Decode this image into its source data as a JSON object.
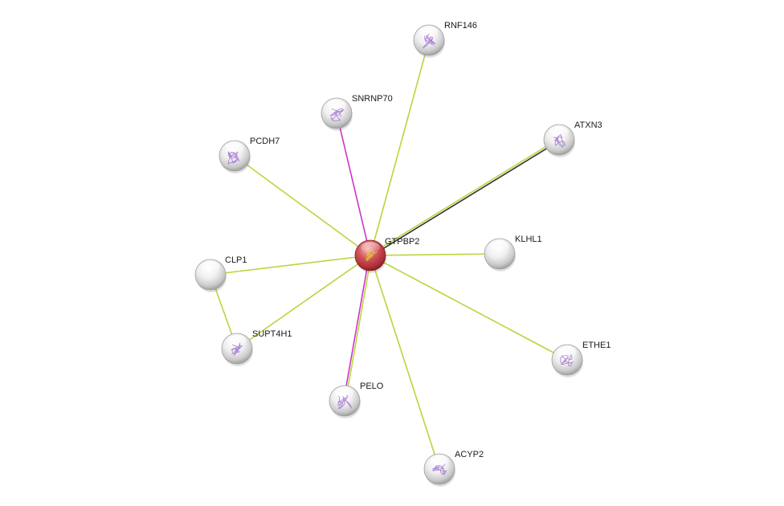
{
  "network": {
    "center": "GTPBP2",
    "nodes": [
      {
        "id": "GTPBP2",
        "label": "GTPBP2",
        "query": true,
        "structure": true
      },
      {
        "id": "RNF146",
        "label": "RNF146",
        "query": false,
        "structure": true
      },
      {
        "id": "SNRNP70",
        "label": "SNRNP70",
        "query": false,
        "structure": true
      },
      {
        "id": "ATXN3",
        "label": "ATXN3",
        "query": false,
        "structure": true
      },
      {
        "id": "PCDH7",
        "label": "PCDH7",
        "query": false,
        "structure": true
      },
      {
        "id": "KLHL1",
        "label": "KLHL1",
        "query": false,
        "structure": false
      },
      {
        "id": "CLP1",
        "label": "CLP1",
        "query": false,
        "structure": false
      },
      {
        "id": "SUPT4H1",
        "label": "SUPT4H1",
        "query": false,
        "structure": true
      },
      {
        "id": "ETHE1",
        "label": "ETHE1",
        "query": false,
        "structure": true
      },
      {
        "id": "PELO",
        "label": "PELO",
        "query": false,
        "structure": true
      },
      {
        "id": "ACYP2",
        "label": "ACYP2",
        "query": false,
        "structure": true
      }
    ],
    "edges": [
      {
        "source": "GTPBP2",
        "target": "RNF146",
        "colors": [
          "#b8d63c"
        ]
      },
      {
        "source": "GTPBP2",
        "target": "SNRNP70",
        "colors": [
          "#cc33cc"
        ]
      },
      {
        "source": "GTPBP2",
        "target": "ATXN3",
        "colors": [
          "#b8d63c",
          "#333333"
        ]
      },
      {
        "source": "GTPBP2",
        "target": "PCDH7",
        "colors": [
          "#b8d63c"
        ]
      },
      {
        "source": "GTPBP2",
        "target": "KLHL1",
        "colors": [
          "#b8d63c"
        ]
      },
      {
        "source": "GTPBP2",
        "target": "CLP1",
        "colors": [
          "#b8d63c"
        ]
      },
      {
        "source": "GTPBP2",
        "target": "SUPT4H1",
        "colors": [
          "#b8d63c"
        ]
      },
      {
        "source": "GTPBP2",
        "target": "ETHE1",
        "colors": [
          "#b8d63c"
        ]
      },
      {
        "source": "GTPBP2",
        "target": "PELO",
        "colors": [
          "#b8d63c",
          "#cc33cc"
        ]
      },
      {
        "source": "GTPBP2",
        "target": "ACYP2",
        "colors": [
          "#b8d63c"
        ]
      },
      {
        "source": "CLP1",
        "target": "SUPT4H1",
        "colors": [
          "#b8d63c"
        ]
      }
    ],
    "colors": {
      "query_node": "#c0393f",
      "neighbor_node": "#e6e6e6",
      "structure_glyph": "#a070d0",
      "query_glyph": "#e8c040"
    }
  }
}
